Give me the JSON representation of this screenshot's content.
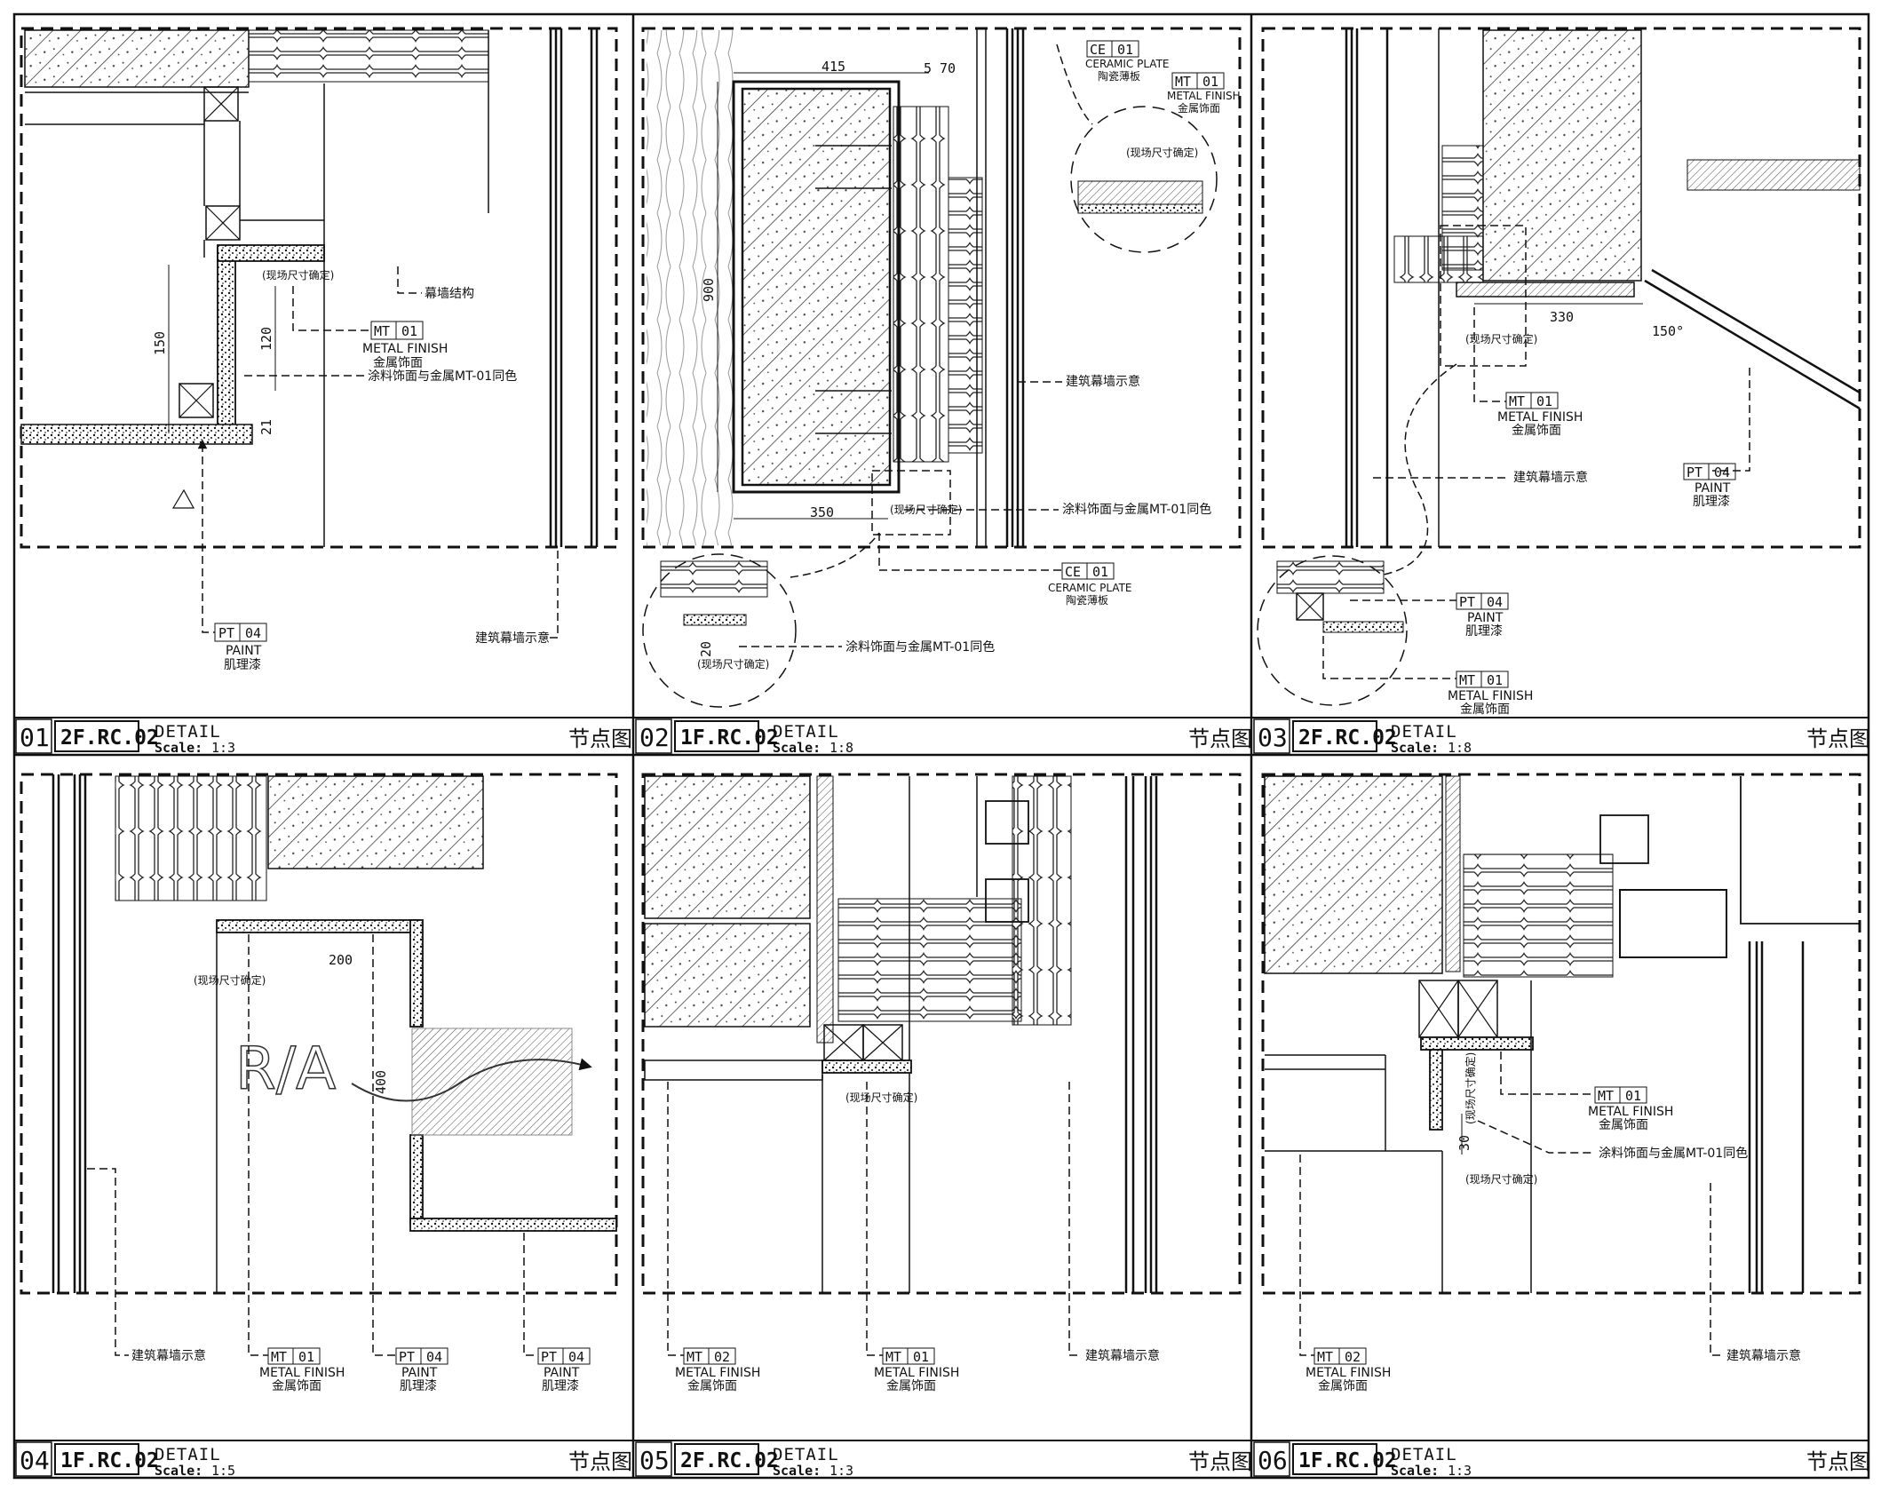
{
  "panels": [
    {
      "number": "01",
      "code": "2F.RC.02",
      "title": "DETAIL",
      "scale_label": "Scale:",
      "scale": "1:3",
      "cn_title": "节点图",
      "dims": [
        "150",
        "120",
        "21"
      ],
      "notes": [
        {
          "tag": "MT",
          "tag_no": "01",
          "en": "METAL FINISH",
          "cn": "金属饰面"
        },
        {
          "tag": "PT",
          "tag_no": "04",
          "en": "PAINT",
          "cn": "肌理漆"
        }
      ],
      "text_notes": [
        "幕墙结构",
        "涂料饰面与金属MT-01同色",
        "建筑幕墙示意"
      ],
      "small_labels": [
        "(现场尺寸确定)"
      ]
    },
    {
      "number": "02",
      "code": "1F.RC.02",
      "title": "DETAIL",
      "scale_label": "Scale:",
      "scale": "1:8",
      "cn_title": "节点图",
      "dims": [
        "415",
        "5",
        "70",
        "900",
        "350",
        "20"
      ],
      "notes": [
        {
          "tag": "CE",
          "tag_no": "01",
          "en": "CERAMIC PLATE",
          "cn": "陶瓷薄板"
        },
        {
          "tag": "MT",
          "tag_no": "01",
          "en": "METAL FINISH",
          "cn": "金属饰面"
        },
        {
          "tag": "CE",
          "tag_no": "01",
          "en": "CERAMIC PLATE",
          "cn": "陶瓷薄板"
        }
      ],
      "text_notes": [
        "建筑幕墙示意",
        "涂料饰面与金属MT-01同色",
        "涂料饰面与金属MT-01同色"
      ],
      "small_labels": [
        "(现场尺寸确定)",
        "(现场尺寸确定)",
        "(现场尺寸确定)"
      ]
    },
    {
      "number": "03",
      "code": "2F.RC.02",
      "title": "DETAIL",
      "scale_label": "Scale:",
      "scale": "1:8",
      "cn_title": "节点图",
      "dims": [
        "330",
        "150°"
      ],
      "notes": [
        {
          "tag": "MT",
          "tag_no": "01",
          "en": "METAL FINISH",
          "cn": "金属饰面"
        },
        {
          "tag": "PT",
          "tag_no": "04",
          "en": "PAINT",
          "cn": "肌理漆"
        },
        {
          "tag": "PT",
          "tag_no": "04",
          "en": "PAINT",
          "cn": "肌理漆"
        },
        {
          "tag": "MT",
          "tag_no": "01",
          "en": "METAL FINISH",
          "cn": "金属饰面"
        }
      ],
      "text_notes": [
        "建筑幕墙示意"
      ],
      "small_labels": [
        "(现场尺寸确定)"
      ]
    },
    {
      "number": "04",
      "code": "1F.RC.02",
      "title": "DETAIL",
      "scale_label": "Scale:",
      "scale": "1:5",
      "cn_title": "节点图",
      "dims": [
        "200",
        "400"
      ],
      "big_label": "R/A",
      "notes": [
        {
          "tag": "MT",
          "tag_no": "01",
          "en": "METAL FINISH",
          "cn": "金属饰面"
        },
        {
          "tag": "PT",
          "tag_no": "04",
          "en": "PAINT",
          "cn": "肌理漆"
        },
        {
          "tag": "PT",
          "tag_no": "04",
          "en": "PAINT",
          "cn": "肌理漆"
        }
      ],
      "text_notes": [
        "建筑幕墙示意"
      ],
      "small_labels": [
        "(现场尺寸确定)"
      ]
    },
    {
      "number": "05",
      "code": "2F.RC.02",
      "title": "DETAIL",
      "scale_label": "Scale:",
      "scale": "1:3",
      "cn_title": "节点图",
      "dims": [],
      "notes": [
        {
          "tag": "MT",
          "tag_no": "02",
          "en": "METAL FINISH",
          "cn": "金属饰面"
        },
        {
          "tag": "MT",
          "tag_no": "01",
          "en": "METAL FINISH",
          "cn": "金属饰面"
        }
      ],
      "text_notes": [
        "建筑幕墙示意"
      ],
      "small_labels": [
        "(现场尺寸确定)"
      ]
    },
    {
      "number": "06",
      "code": "1F.RC.02",
      "title": "DETAIL",
      "scale_label": "Scale:",
      "scale": "1:3",
      "cn_title": "节点图",
      "dims": [
        "30"
      ],
      "notes": [
        {
          "tag": "MT",
          "tag_no": "01",
          "en": "METAL FINISH",
          "cn": "金属饰面"
        },
        {
          "tag": "MT",
          "tag_no": "02",
          "en": "METAL FINISH",
          "cn": "金属饰面"
        }
      ],
      "text_notes": [
        "涂料饰面与金属MT-01同色",
        "建筑幕墙示意"
      ],
      "small_labels": [
        "(现场尺寸确定)",
        "(现场尺寸确定)"
      ]
    }
  ]
}
